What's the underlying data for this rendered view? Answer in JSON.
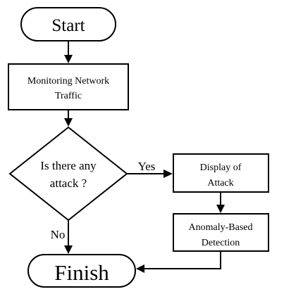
{
  "flowchart": {
    "start": "Start",
    "monitor": [
      "Monitoring Network",
      "Traffic"
    ],
    "decision": [
      "Is there any",
      "attack ?"
    ],
    "yes_label": "Yes",
    "no_label": "No",
    "display": [
      "Display of",
      "Attack"
    ],
    "anomaly": [
      "Anomaly-Based",
      "Detection"
    ],
    "finish": "Finish"
  }
}
